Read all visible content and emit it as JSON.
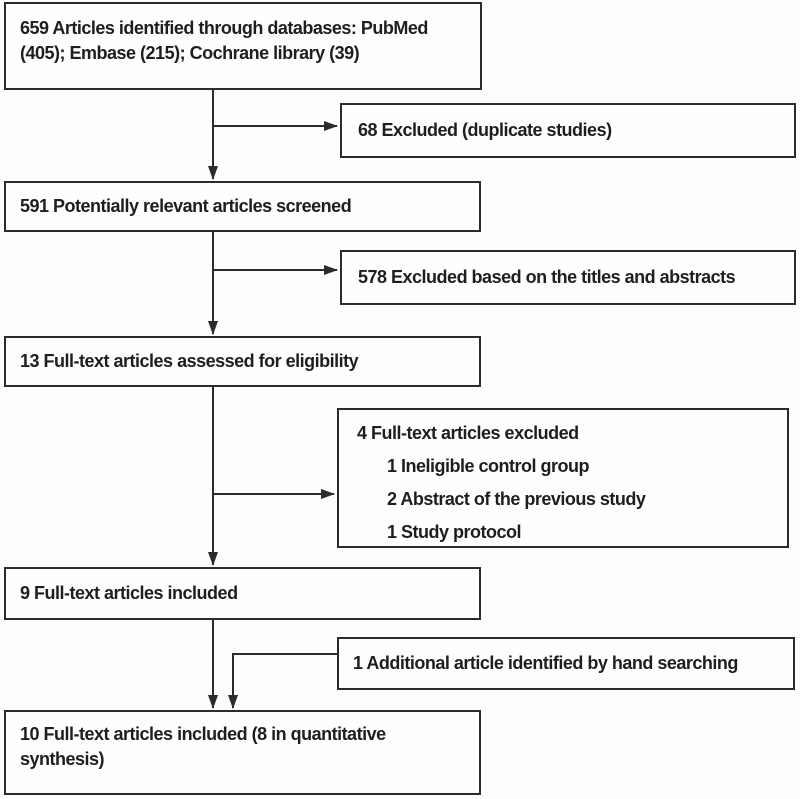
{
  "diagram": {
    "type": "prisma-flowchart",
    "colors": {
      "background": "#fdfdfd",
      "box_fill": "#fefefe",
      "border": "#2b2b2b",
      "text": "#1e1e1e",
      "arrow": "#2b2b2b"
    },
    "boxes": {
      "identified": {
        "text": "659 Articles identified through databases: PubMed (405); Embase (215); Cochrane library (39)"
      },
      "excluded_duplicates": {
        "text": "68 Excluded (duplicate studies)"
      },
      "screened": {
        "text": "591 Potentially relevant articles screened"
      },
      "excluded_titles": {
        "text": "578 Excluded based on the titles and abstracts"
      },
      "fulltext_assessed": {
        "text": "13 Full-text articles assessed for eligibility"
      },
      "fulltext_excluded": {
        "title": "4 Full-text articles excluded",
        "items": [
          "1 Ineligible control group",
          "2 Abstract of the previous study",
          "1 Study protocol"
        ]
      },
      "included": {
        "text": "9 Full-text articles included"
      },
      "additional": {
        "text": "1 Additional article identified by hand searching"
      },
      "final_included": {
        "text": "10 Full-text articles included (8 in quantitative synthesis)"
      }
    },
    "counts": {
      "identified_total": 659,
      "pubmed": 405,
      "embase": 215,
      "cochrane": 39,
      "excluded_duplicates": 68,
      "screened": 591,
      "excluded_titles_abstracts": 578,
      "fulltext_assessed": 13,
      "fulltext_excluded": 4,
      "ineligible_control_group": 1,
      "abstract_previous_study": 2,
      "study_protocol": 1,
      "fulltext_included": 9,
      "additional_hand_search": 1,
      "final_included": 10,
      "quantitative_synthesis": 8
    }
  }
}
